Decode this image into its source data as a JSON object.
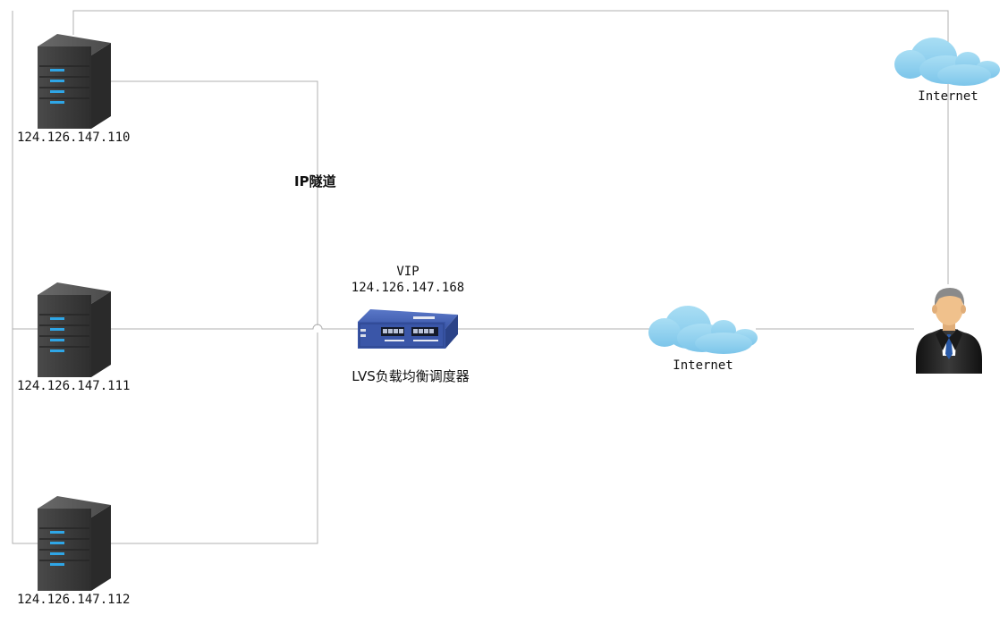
{
  "diagram": {
    "servers": [
      {
        "ip": "124.126.147.110",
        "icon": "server-tower-icon"
      },
      {
        "ip": "124.126.147.111",
        "icon": "server-tower-icon"
      },
      {
        "ip": "124.126.147.112",
        "icon": "server-tower-icon"
      }
    ],
    "tunnel_label": "IP隧道",
    "load_balancer": {
      "vip_label": "VIP",
      "vip_ip": "124.126.147.168",
      "name": "LVS负载均衡调度器",
      "icon": "network-switch-icon"
    },
    "clouds": [
      {
        "label": "Internet",
        "icon": "cloud-icon"
      },
      {
        "label": "Internet",
        "icon": "cloud-icon"
      }
    ],
    "user": {
      "icon": "user-businessman-icon"
    },
    "colors": {
      "line": "#b0b0b0",
      "server_body": "#3c3c3c",
      "server_led": "#2fa6e6",
      "switch_body": "#3a56a8",
      "cloud": "#8fd0ee",
      "suit": "#222222",
      "tie": "#2a5aa8",
      "skin": "#f0c18c",
      "hair": "#8a8a8a"
    }
  }
}
